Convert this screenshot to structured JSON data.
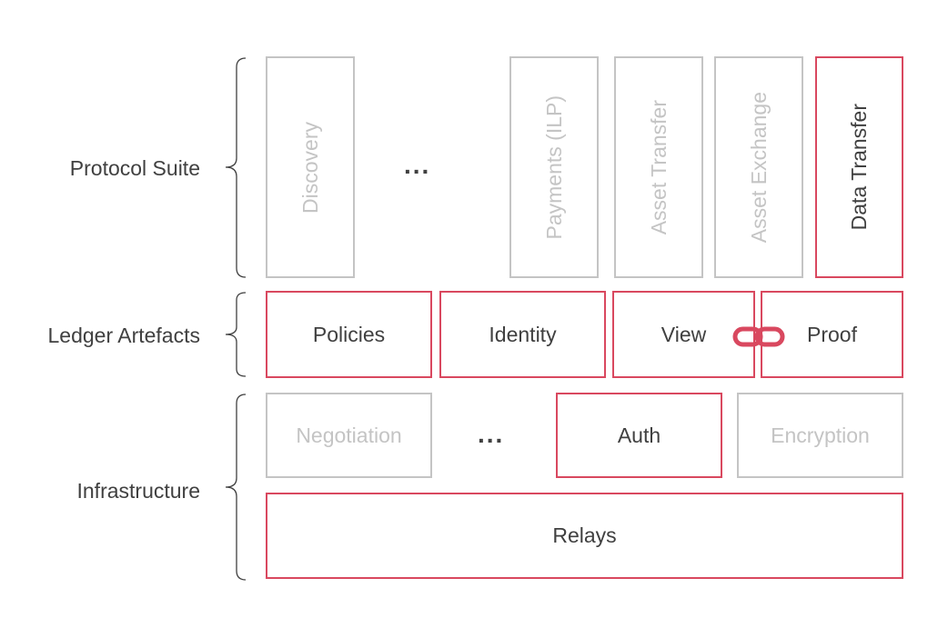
{
  "layers": {
    "protocol_suite": "Protocol Suite",
    "ledger_artefacts": "Ledger Artefacts",
    "infrastructure": "Infrastructure"
  },
  "protocols": {
    "discovery": "Discovery",
    "ellipsis": "...",
    "payments": "Payments (ILP)",
    "asset_transfer": "Asset Transfer",
    "asset_exchange": "Asset Exchange",
    "data_transfer": "Data Transfer"
  },
  "artefacts": {
    "policies": "Policies",
    "identity": "Identity",
    "view": "View",
    "proof": "Proof"
  },
  "infrastructure": {
    "negotiation": "Negotiation",
    "ellipsis": "...",
    "auth": "Auth",
    "encryption": "Encryption",
    "relays": "Relays"
  },
  "colors": {
    "highlight": "#d9485f",
    "inactive": "#c4c4c4",
    "text": "#404040"
  },
  "icons": [
    "link-icon"
  ]
}
